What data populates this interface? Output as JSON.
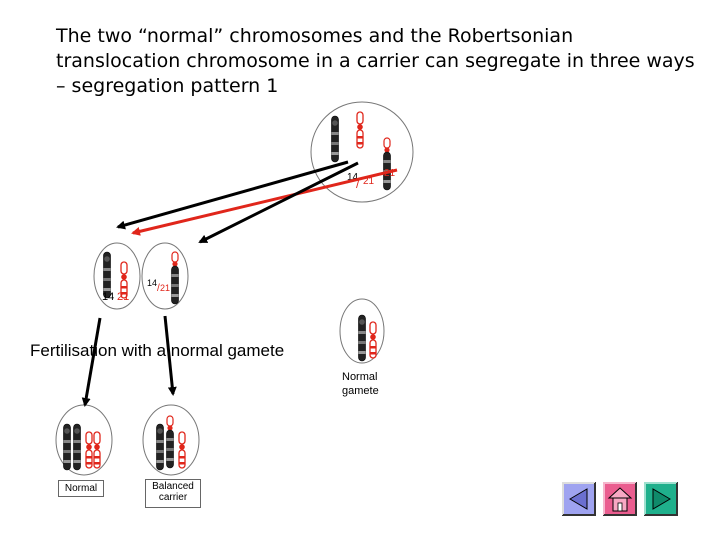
{
  "title": "The two “normal” chromosomes and the Robertsonian translocation chromosome in a carrier can segregate in three ways – segregation pattern 1",
  "labels": {
    "fertilisation": "Fertilisation with a normal gamete",
    "normal_gamete_line1": "Normal",
    "normal_gamete_line2": "gamete",
    "normal_result": "Normal",
    "balanced_line1": "Balanced",
    "balanced_line2": "carrier",
    "chr14": "14",
    "chr21": "21",
    "trans_14": "14",
    "trans_21": "21"
  },
  "colors": {
    "chromosome_14": "#222222",
    "chromosome_21": "#e0261b",
    "red_arrow": "#e0261b",
    "black_arrow": "#000000",
    "nav_back": "#9fa3f0",
    "nav_home": "#ea5d8f",
    "nav_next": "#1fb08c"
  },
  "nav": {
    "back_icon": "triangle-left-icon",
    "home_icon": "house-icon",
    "next_icon": "triangle-right-icon"
  }
}
